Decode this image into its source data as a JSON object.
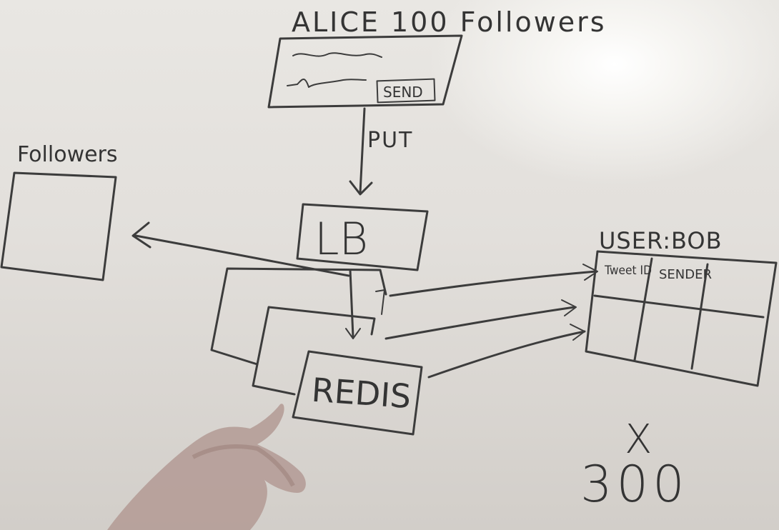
{
  "diagram": {
    "title": "ALICE 100 Followers",
    "compose_box": {
      "send_button": "SEND"
    },
    "edge_label": "PUT",
    "followers_label": "Followers",
    "load_balancer": "LB",
    "cache": "REDIS",
    "user_table": {
      "title": "USER:BOB",
      "columns": [
        "Tweet ID",
        "SENDER"
      ]
    },
    "multiplier": "X",
    "count": "300"
  }
}
